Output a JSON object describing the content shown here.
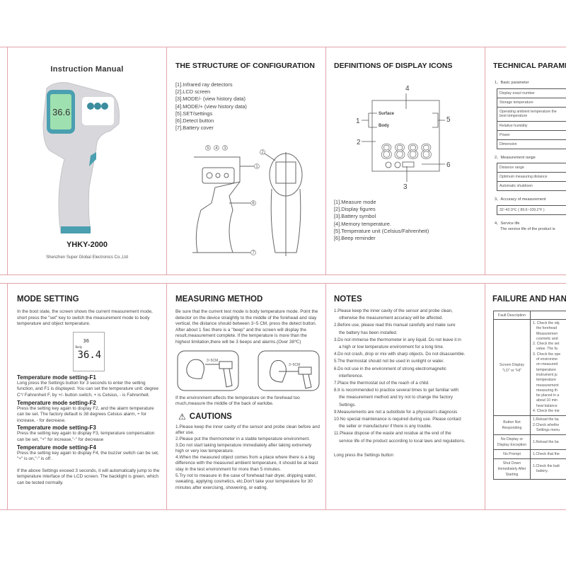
{
  "cover": {
    "title": "Instruction Manual",
    "model": "YHKY-2000",
    "company": "Shenzhen Super Global Electronics Co.,Ltd",
    "lcd_reading": "36.6"
  },
  "structure": {
    "title": "THE STRUCTURE OF CONFIGURATION",
    "items": [
      "[1].Infrared ray detectors",
      "[2].LCD screen",
      "[3].MODE/- (view history data)",
      "[4].MODE/+ (view history data)",
      "[5].SET/settings",
      "[6].Detect button",
      "[7].Battery cover"
    ],
    "callouts": [
      "1",
      "2",
      "3",
      "4",
      "5",
      "6",
      "7"
    ]
  },
  "icons": {
    "title": "DEFINITIONS OF DISPLAY ICONS",
    "lcd_labels": [
      "Surface",
      "Body"
    ],
    "callouts": [
      "1",
      "2",
      "3",
      "4",
      "5",
      "6"
    ],
    "items": [
      "[1].Measure mode",
      "[2].Display figures",
      "[3].Battery symbol",
      "[4].Memory temperature.",
      "[5].Temperature unit (Celsius/Fahrenheit)",
      "[6].Beep reminder"
    ]
  },
  "technical": {
    "title": "TECHNICAL PARAMETER",
    "sections": [
      {
        "heading": "1、Basic parameter",
        "rows": [
          "Display exact number",
          "Storage temperature",
          "Operating ambient temperature the best temperature",
          "Relative humidity",
          "Power",
          "Dimension"
        ]
      },
      {
        "heading": "2、Measurement range",
        "rows": [
          "Distance range",
          "Optimum measuring distance",
          "Automatic shutdown"
        ]
      },
      {
        "heading": "3、Accuracy of measurement",
        "rows": [
          "32~42.9℃ ( 89.6~109.2℉ )"
        ]
      },
      {
        "heading": "4、Service life",
        "text": "The service life of the product is"
      }
    ]
  },
  "mode": {
    "title": "MODE  SETTING",
    "intro": "In the boot state, the screen shows the current measurement mode, short press the \"set\" key to switch the measurement mode to body temperature and object temperature.",
    "lcd": {
      "memory": "36",
      "label": "Body",
      "reading": "36.4"
    },
    "settings": [
      {
        "heading": "Temperature mode setting-F1",
        "text": "Long press the Settings button for 3 seconds to enter the setting function, and F1 is displayed. You can set the temperature unit: degree C°/ Fahrenheit F, by +/- button switch, + is Celsius, - is Fahrenheit."
      },
      {
        "heading": "Temperature mode setting-F2",
        "text": "Press the setting key again to display F2, and the alarm temperature can be set. The factory default is 38 degrees Celsius alarm, + for increase, - for decrease."
      },
      {
        "heading": "Temperature mode setting-F3",
        "text": "Press the setting key again to display F3, temperature compensation can be set, \"+\" for increase,\"-\" for  decrease"
      },
      {
        "heading": "Temperature mode setting-F4",
        "text": "Press the setting key again to display F4, the buzzer switch can be set, \"+\" is on,\"-\" is off ."
      }
    ],
    "footer": "If the above Settings exceed 3 seconds, it will automatically jump to the temperature interface of the LCD screen. The backlight is green, which can be tested normally."
  },
  "measuring": {
    "title": "MEASURING METHOD",
    "text": "Be sure that the current test mode is body temperature mode. Point the detector on the device straightly to the middle of the forehead and stay vertical, the distance should between  3~5 CM, press the detect button. After about 1 Sec there is a \"beep\" and the screen will display the result,measurement complete. If the temperature is more than the highest limitation,there will be 3 beeps and alarms.(Over 38℃)",
    "distance_labels": [
      "3~5CM",
      "3~5CM"
    ],
    "after": "If the environment  affects the temperature on the forehead too much,measure the middle of the back of earlobe."
  },
  "cautions": {
    "title": "CAUTIONS",
    "items": [
      "1.Please keep the inner cavity of the sensor and probe clean before and after use.",
      "2.Please put the thermometer in a stable temperature environment.",
      "3.Do not start taking temperature immediately after taking extremely high or very low temperature.",
      "4.When the measured object comes from a place where there is a big difference with the measured ambient temperature, it should be at least stay in the test environment for more than 5 minutes.",
      "5.Try not to measure in the case of forehead hair dryer, dripping water, sweating, applying cosmetics, etc.Don't take your temperature for 30 minutes after exercising, showering, or eating."
    ]
  },
  "notes": {
    "title": "NOTES",
    "items": [
      [
        "1.Please keep the inner cavity of the sensor and probe clean,",
        "otherwise the measurement accuracy will be affected."
      ],
      [
        "2.Before use, please read this manual carefully and make sure",
        "the battery has been installed."
      ],
      [
        "3.Do not immerse the thermometer in any liquid. Do not leave it in",
        "a high or low temperature environment for a long time."
      ],
      [
        "4.Do not crash, drop or mix with sharp objects. Do not disassemble."
      ],
      [
        "5.The thermostat should not be used in sunlight or water."
      ],
      [
        "6.Do not use in the environment of strong electromagnetic",
        "interference."
      ],
      [
        "7.Place the thermostat out of the reach of a child."
      ],
      [
        "8.It is recommended to practice several times to get familiar with",
        "the measurement method and try not to change the factory",
        "Settings."
      ],
      [
        "9.Measurements are not a substitute for a physician's diagnosis"
      ],
      [
        "10.No special maintenance is required during use. Please contact",
        "the seller or manufacturer if there is any trouble."
      ],
      [
        "11.Please dispose of the waste and residue at the end of the",
        "service life of the product according to local laws and regulations."
      ]
    ],
    "footer": "Long press the Settings button"
  },
  "failure": {
    "title": "FAILURE AND HANDLING",
    "header": "Fault Description",
    "rows": [
      {
        "fault": "Screen Display \"LO\" or \"HI\"",
        "fix": [
          "1. Check the obj",
          "the forehead",
          "Measuremen",
          "cosmetic and",
          "2. Check the set",
          "value. The fa",
          "3. Check the ope",
          "of environme",
          "on measured",
          "temperature",
          "instrument ju",
          "temperature",
          "measurement",
          "measuring th",
          "be placed in a",
          "about 10 min",
          "heat balance",
          "4. Check the me"
        ]
      },
      {
        "fault": "Button Not Responding",
        "fix": [
          "1.Reload the ba",
          "2.Check whethe",
          "Settings menu"
        ]
      },
      {
        "fault": "No Display or Display Exception",
        "fix": [
          "1.Reload the ba"
        ]
      },
      {
        "fault": "No Prompt",
        "fix": [
          "1.Check that the"
        ]
      },
      {
        "fault": "Shut Down Immediately After Starting",
        "fix": [
          "1.Check the batt",
          "battery."
        ]
      }
    ]
  },
  "colors": {
    "border": "#e3a3ab",
    "accent": "#4a9fb0",
    "lcd": "#9fe0b0"
  }
}
